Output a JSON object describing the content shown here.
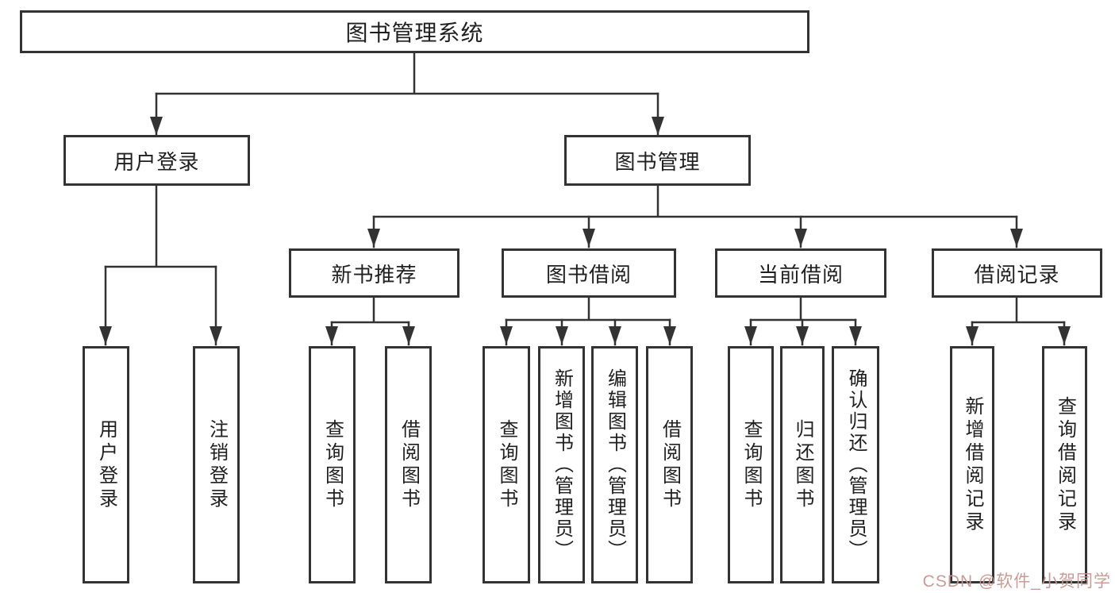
{
  "diagram": {
    "root": {
      "label": "图书管理系统",
      "children": [
        {
          "label": "用户登录",
          "children": [
            {
              "label": "用户登录"
            },
            {
              "label": "注销登录"
            }
          ]
        },
        {
          "label": "图书管理",
          "children": [
            {
              "label": "新书推荐",
              "children": [
                {
                  "label": "查询图书"
                },
                {
                  "label": "借阅图书"
                }
              ]
            },
            {
              "label": "图书借阅",
              "children": [
                {
                  "label": "查询图书"
                },
                {
                  "label": "新增图书（管理员）"
                },
                {
                  "label": "编辑图书（管理员）"
                },
                {
                  "label": "借阅图书"
                }
              ]
            },
            {
              "label": "当前借阅",
              "children": [
                {
                  "label": "查询图书"
                },
                {
                  "label": "归还图书"
                },
                {
                  "label": "确认归还（管理员）"
                }
              ]
            },
            {
              "label": "借阅记录",
              "children": [
                {
                  "label": "新增借阅记录"
                },
                {
                  "label": "查询借阅记录"
                }
              ]
            }
          ]
        }
      ]
    },
    "line_color": "#333333",
    "box_background": "#ffffff",
    "text_color": "#1f1f1f"
  },
  "watermark": {
    "text": "CSDN @软件_小贺同学",
    "color": "#c59792"
  }
}
